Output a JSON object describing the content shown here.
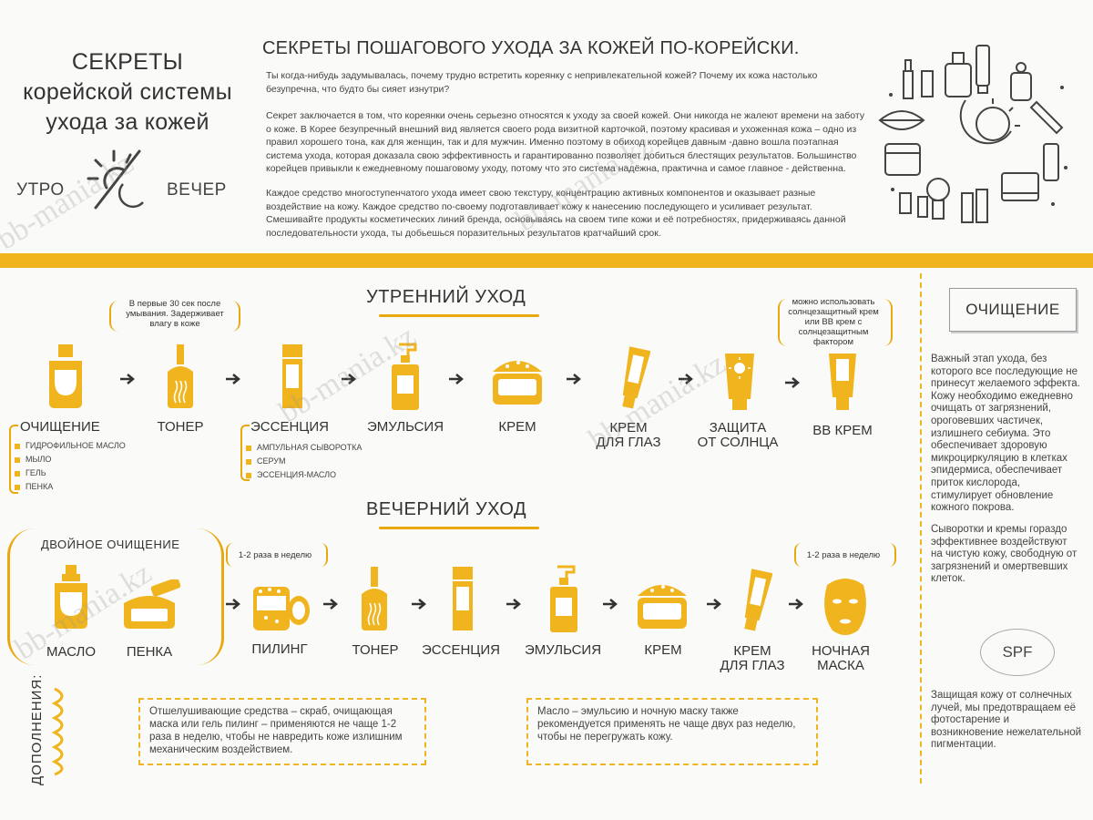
{
  "header": {
    "left_title": "СЕКРЕТЫ\nкорейской системы\nухода за кожей",
    "morning": "УТРО",
    "evening": "ВЕЧЕР",
    "main_title": "СЕКРЕТЫ ПОШАГОВОГО УХОДА ЗА КОЖЕЙ ПО-КОРЕЙСКИ.",
    "paragraphs": [
      "Ты когда-нибудь задумывалась, почему трудно встретить кореянку с непривлекательной кожей? Почему их кожа настолько безупречна, что будто бы сияет изнутри?",
      "Секрет заключается в том, что кореянки очень серьезно относятся к уходу за своей кожей. Они никогда не жалеют времени на заботу о коже. В Корее безупречный внешний вид является своего рода визитной карточкой, поэтому красивая и ухоженная кожа – одно из правил хорошего тона, как для женщин, так и для мужчин. Именно поэтому в обиход корейцев давным -давно вошла поэтапная система ухода, которая доказала свою эффективность и гарантированно позволяет добиться блестящих результатов. Большинство корейцев привыкли к ежедневному пошаговому уходу, потому что это система надёжна, практична и самое главное - действенна.",
      "Каждое средство многоступенчатого ухода имеет свою текстуру, концентрацию активных компонентов и оказывает разные воздействие на кожу. Каждое средство по-своему подготавливает кожу к нанесению последующего и усиливает результат. Смешивайте продукты косметических линий бренда, основываясь на своем типе кожи и её потребностях, придерживаясь данной последовательности ухода, ты добьешься поразительных результатов кратчайший срок."
    ]
  },
  "morning": {
    "title": "УТРЕННИЙ УХОД",
    "note_toner": "В первые 30 сек после умывания. Задерживает влагу в коже",
    "note_bb": "можно использовать солнцезащитный крем или ВВ крем с солнцезащитным фактором",
    "steps": [
      {
        "label": "ОЧИЩЕНИЕ",
        "subs": [
          "ГИДРОФИЛЬНОЕ МАСЛО",
          "МЫЛО",
          "ГЕЛЬ",
          "ПЕНКА"
        ]
      },
      {
        "label": "ТОНЕР",
        "subs": []
      },
      {
        "label": "ЭССЕНЦИЯ",
        "subs": [
          "АМПУЛЬНАЯ СЫВОРОТКА",
          "СЕРУМ",
          "ЭССЕНЦИЯ-МАСЛО"
        ]
      },
      {
        "label": "ЭМУЛЬСИЯ",
        "subs": []
      },
      {
        "label": "КРЕМ",
        "subs": []
      },
      {
        "label": "КРЕМ\nДЛЯ ГЛАЗ",
        "subs": []
      },
      {
        "label": "ЗАЩИТА\nОТ СОЛНЦА",
        "subs": []
      },
      {
        "label": "ВВ КРЕМ",
        "subs": []
      }
    ]
  },
  "evening": {
    "title": "ВЕЧЕРНИЙ УХОД",
    "double": "ДВОЙНОЕ ОЧИЩЕНИЕ",
    "note_peel": "1-2 раза в неделю",
    "note_mask": "1-2 раза в неделю",
    "steps": [
      "МАСЛО",
      "ПЕНКА",
      "ПИЛИНГ",
      "ТОНЕР",
      "ЭССЕНЦИЯ",
      "ЭМУЛЬСИЯ",
      "КРЕМ",
      "КРЕМ\nДЛЯ ГЛАЗ",
      "НОЧНАЯ\nМАСКА"
    ]
  },
  "additions": {
    "label": "ДОПОЛНЕНИЯ:",
    "box1": "Отшелушивающие средства – скраб, очищающая маска или гель пилинг – применяются не чаще 1-2 раза в неделю, чтобы не навредить коже излишним механическим воздействием.",
    "box2": "Масло – эмульсию и ночную маску также рекомендуется применять не чаще двух раз неделю, чтобы не перегружать кожу."
  },
  "sidebar": {
    "title": "ОЧИЩЕНИЕ",
    "text1": "Важный этап ухода, без которого все последующие не принесут желаемого эффекта. Кожу необходимо ежедневно очищать от загрязнений, ороговевших частичек, излишнего себиума. Это обеспечивает здоровую микроциркуляцию в клетках эпидермиса, обеспечивает приток кислорода, стимулирует обновление кожного покрова.",
    "text2": "Сыворотки и кремы гораздо эффективнее воздействуют на чистую кожу, свободную от загрязнений и омертвевших клеток.",
    "spf": "SPF",
    "text3": "Защищая кожу от солнечных лучей, мы предотвращаем её фотостарение и возникновение нежелательной пигментации."
  },
  "watermark": "bb-mania.kz",
  "colors": {
    "accent": "#f0b51e",
    "text": "#333333"
  }
}
